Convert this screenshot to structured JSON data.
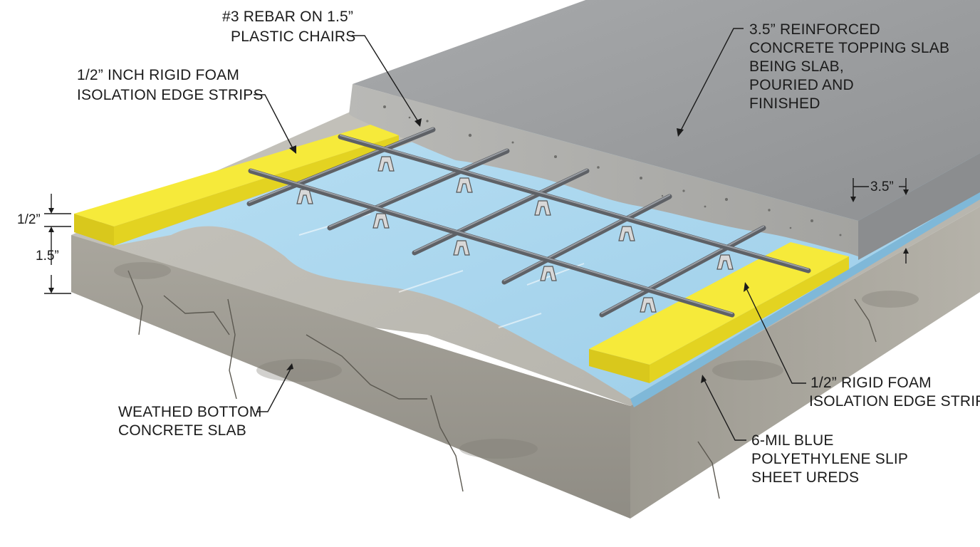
{
  "labels": {
    "rebar": [
      "#3 REBAR ON 1.5”",
      "PLASTIC CHAIRS"
    ],
    "foam_left": [
      "1/2” INCH RIGID FOAM",
      "ISOLATION EDGE STRIPS"
    ],
    "topping": [
      "3.5” REINFORCED",
      "CONCRETE TOPPING SLAB",
      "BEING SLAB,",
      "POURIED AND",
      "FINISHED"
    ],
    "foam_right": [
      "1/2” RIGID FOAM",
      "ISOLATION EDGE STRIPS"
    ],
    "bottom_slab": [
      "WEATHED BOTTOM",
      "CONCRETE SLAB"
    ],
    "slip_sheet": [
      "6-MIL BLUE",
      "POLYETHYLENE SLIP",
      "SHEET UREDS"
    ]
  },
  "dimensions": {
    "topping_thickness": "3.5”",
    "foam_thickness": "1/2”",
    "chair_height": "1.5”"
  },
  "colors": {
    "foam": "#f2e52c",
    "slip_sheet": "#a9d6ee",
    "topping": "#9a9c9e",
    "bottom_slab": "#b8b6ae",
    "rebar": "#5e6166"
  }
}
